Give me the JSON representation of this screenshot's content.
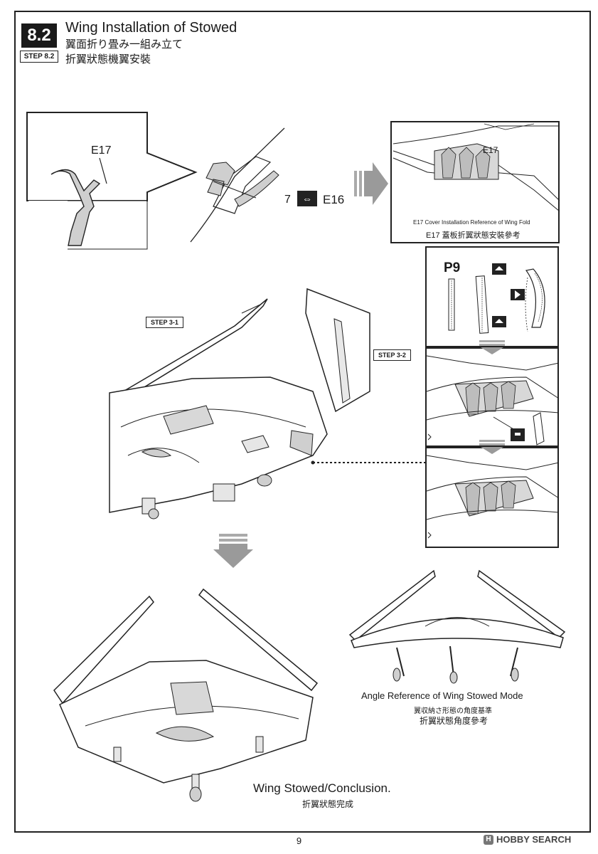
{
  "header": {
    "step_number": "8.2",
    "step_tag": "STEP 8.2",
    "title_en": "Wing Installation of Stowed",
    "title_jp": "翼面折り畳み一組み立て",
    "title_zh": "折翼狀態機翼安裝"
  },
  "detail_callout": {
    "part_e17": "E17",
    "count": "7",
    "part_e16": "E16"
  },
  "reference_panel": {
    "part": "E17",
    "caption_en": "E17 Cover Installation Reference of Wing Fold",
    "caption_zh": "E17 蓋板折翼狀態安裝參考"
  },
  "sub_steps": {
    "step_3_1": "STEP 3-1",
    "step_3_2": "STEP 3-2"
  },
  "photo_panel": {
    "part": "P9"
  },
  "angle_reference": {
    "en": "Angle Reference of Wing Stowed Mode",
    "jp": "翼収納さ形態の角度基準",
    "zh": "折翼狀態角度參考"
  },
  "conclusion": {
    "en": "Wing Stowed/Conclusion.",
    "zh": "折翼狀態完成"
  },
  "footer": {
    "page": "9",
    "watermark": "HOBBY SEARCH"
  },
  "icons": [
    "arrow-right-icon",
    "arrow-down-icon",
    "multiply-parts-icon",
    "aim-up-icon",
    "aim-left-icon"
  ],
  "colors": {
    "ink": "#1a1a1a",
    "arrow_gray": "#9a9a9a",
    "panel_gray": "#cfcfcf"
  }
}
